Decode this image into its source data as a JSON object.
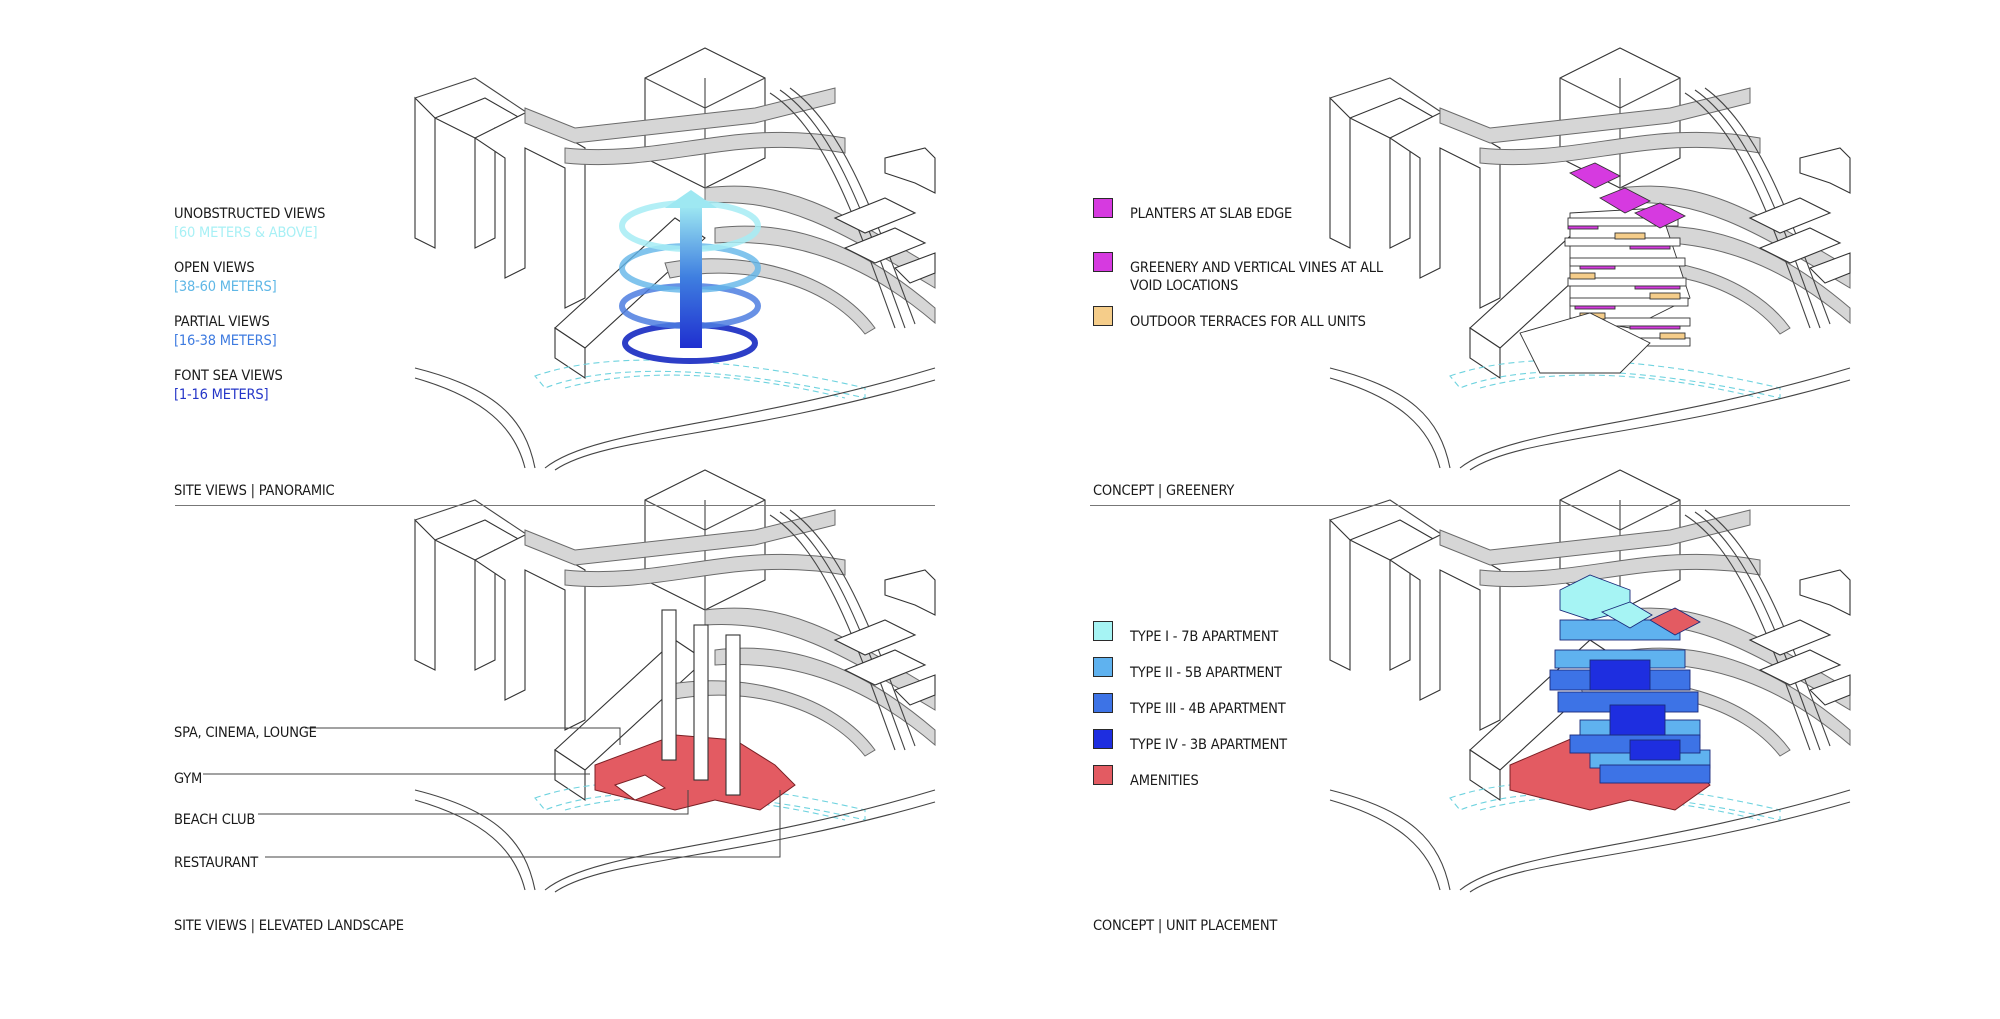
{
  "panels": {
    "panoramic": {
      "caption": "SITE VIEWS | PANORAMIC",
      "legend": [
        {
          "title": "UNOBSTRUCTED VIEWS",
          "range": "[60 METERS & ABOVE]",
          "color": "#a8f0f5"
        },
        {
          "title": "OPEN VIEWS",
          "range": "[38-60 METERS]",
          "color": "#5fb7e6"
        },
        {
          "title": "PARTIAL VIEWS",
          "range": "[16-38 METERS]",
          "color": "#3e7be0"
        },
        {
          "title": "FONT SEA VIEWS",
          "range": "[1-16 METERS]",
          "color": "#2536c8"
        }
      ]
    },
    "greenery": {
      "caption": "CONCEPT | GREENERY",
      "legend": [
        {
          "label": "PLANTERS AT SLAB EDGE",
          "color": "#d63ae0"
        },
        {
          "label": "GREENERY AND VERTICAL VINES AT ALL",
          "label2": "VOID LOCATIONS",
          "color": "#d63ae0"
        },
        {
          "label": "OUTDOOR TERRACES FOR ALL UNITS",
          "color": "#f5cd8a"
        }
      ]
    },
    "elevated": {
      "caption": "SITE VIEWS | ELEVATED LANDSCAPE",
      "labels": [
        "SPA, CINEMA, LOUNGE",
        "GYM",
        "BEACH CLUB",
        "RESTAURANT"
      ],
      "amenity_color": "#e35b62"
    },
    "unit_placement": {
      "caption": "CONCEPT | UNIT PLACEMENT",
      "legend": [
        {
          "label": "TYPE I - 7B APARTMENT",
          "color": "#a6f4f4"
        },
        {
          "label": "TYPE II - 5B APARTMENT",
          "color": "#5fb2ef"
        },
        {
          "label": "TYPE III - 4B APARTMENT",
          "color": "#3d73e6"
        },
        {
          "label": "TYPE IV - 3B APARTMENT",
          "color": "#1e2ee0"
        },
        {
          "label": "AMENITIES",
          "color": "#e35b62"
        }
      ]
    }
  }
}
